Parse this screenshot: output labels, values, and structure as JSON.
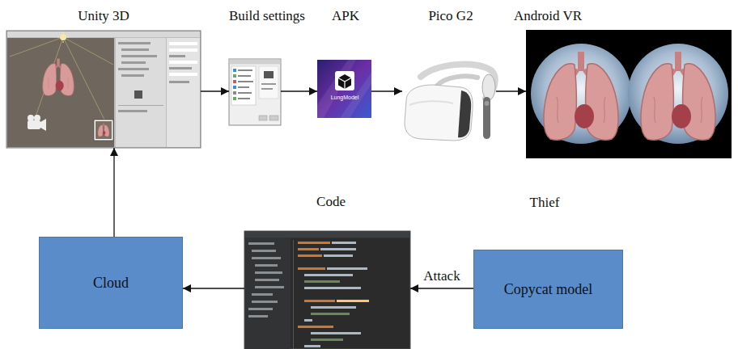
{
  "diagram": {
    "nodes": [
      {
        "text": [
          "Unity 3D"
        ]
      },
      {
        "text": [
          "Build settings"
        ]
      },
      {
        "text": [
          "APK"
        ]
      },
      {
        "text": [
          "Pico G2"
        ]
      },
      {
        "text": [
          "Android VR"
        ]
      },
      {
        "text": [
          "Cloud"
        ]
      },
      {
        "text": [
          "Code"
        ]
      },
      {
        "text": [
          "Thief",
          "Copycat model"
        ]
      }
    ],
    "edges": [
      {
        "from": 0,
        "to": 1,
        "arrow": "to"
      },
      {
        "from": 1,
        "to": 2,
        "arrow": "to"
      },
      {
        "from": 2,
        "to": 3,
        "arrow": "to"
      },
      {
        "from": 3,
        "to": 4,
        "arrow": "to"
      },
      {
        "from": 7,
        "to": 6,
        "label": "Attack",
        "arrow": "to"
      },
      {
        "from": 6,
        "to": 5,
        "arrow": "to"
      },
      {
        "from": 5,
        "to": 0,
        "arrow": "to"
      }
    ],
    "labels": [
      "LungModel"
    ]
  }
}
